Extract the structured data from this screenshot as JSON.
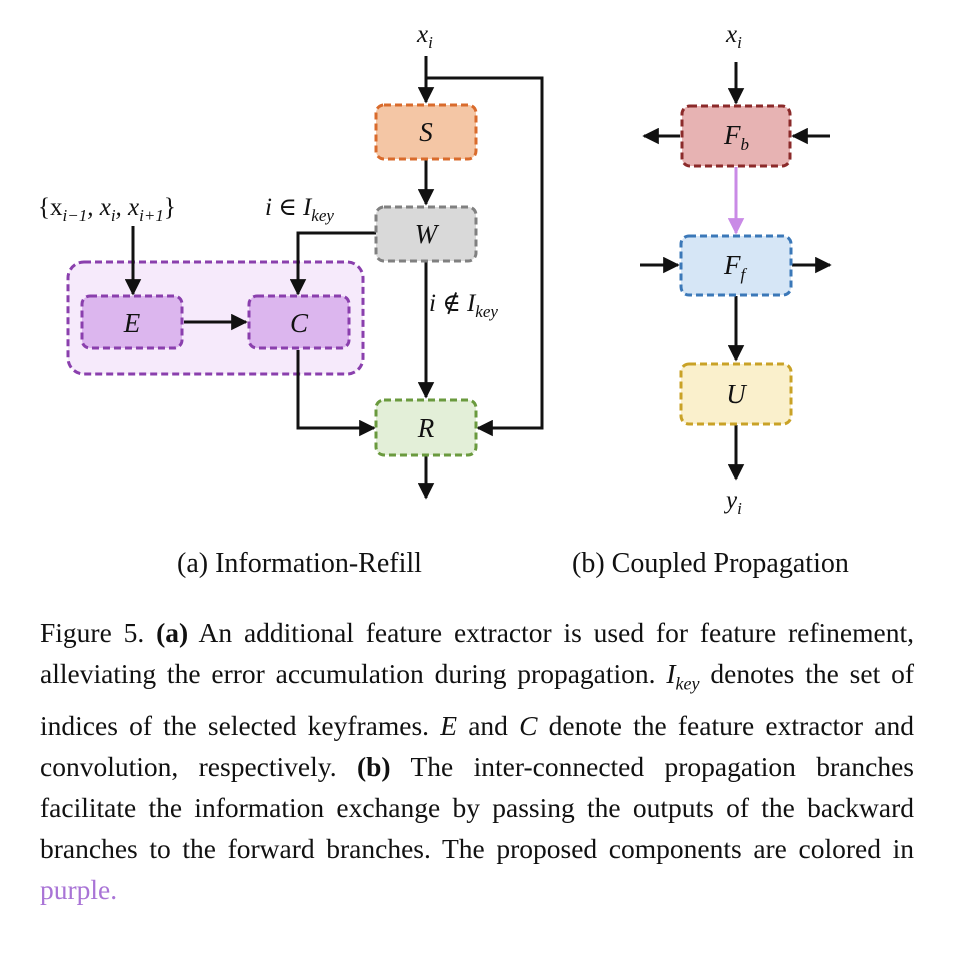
{
  "diagram_a": {
    "input_top": "x",
    "input_top_sub": "i",
    "input_set_left": "{x",
    "input_set_sub1": "i−1",
    "input_set_mid": ", x",
    "input_set_sub2": "i",
    "input_set_mid2": ", x",
    "input_set_sub3": "i+1",
    "input_set_right": "}",
    "cond_in_main": "i ∈ I",
    "cond_in_sub": "key",
    "cond_notin_main": "i ∉ I",
    "cond_notin_sub": "key",
    "nodes": {
      "S": "S",
      "W": "W",
      "E": "E",
      "C": "C",
      "R": "R"
    },
    "colors": {
      "S_fill": "#f4c6a5",
      "S_stroke": "#d96b2c",
      "W_fill": "#d9d9d9",
      "W_stroke": "#808080",
      "EC_fill": "#dcb6ee",
      "EC_stroke": "#8a3fad",
      "group_fill": "#f6eafb",
      "group_stroke": "#8a3fad",
      "R_fill": "#e3efd8",
      "R_stroke": "#6a9a3e"
    },
    "subcaption": "(a) Information-Refill"
  },
  "diagram_b": {
    "input_top": "x",
    "input_top_sub": "i",
    "output_bottom": "y",
    "output_bottom_sub": "i",
    "nodes": {
      "Fb": "F",
      "Fb_sub": "b",
      "Ff": "F",
      "Ff_sub": "f",
      "U": "U"
    },
    "colors": {
      "Fb_fill": "#e7b3b3",
      "Fb_stroke": "#8b2a2a",
      "Ff_fill": "#d6e6f6",
      "Ff_stroke": "#3b78b8",
      "U_fill": "#faf0cc",
      "U_stroke": "#c9a227",
      "link_color": "#c98ae6"
    },
    "subcaption": "(b) Coupled Propagation"
  },
  "caption": {
    "figure_label": "Figure 5.",
    "part_a_label": "(a)",
    "part_a_text_1": " An additional feature extractor is used for feature refinement, alleviating the error accumulation during propagation. ",
    "ikey_main": "I",
    "ikey_sub": "key",
    "part_a_text_2": " denotes the set of indices of the selected keyframes. ",
    "E_symbol": "E",
    "part_a_text_3": " and ",
    "C_symbol": "C",
    "part_a_text_4": " denote the feature extractor and convolution, respectively. ",
    "part_b_label": "(b)",
    "part_b_text": " The inter-connected propagation branches facilitate the information exchange by passing the outputs of the backward branches to the forward branches. The proposed components are colored in ",
    "accent_word": "purple.",
    "accent_color": "#a974d6"
  }
}
